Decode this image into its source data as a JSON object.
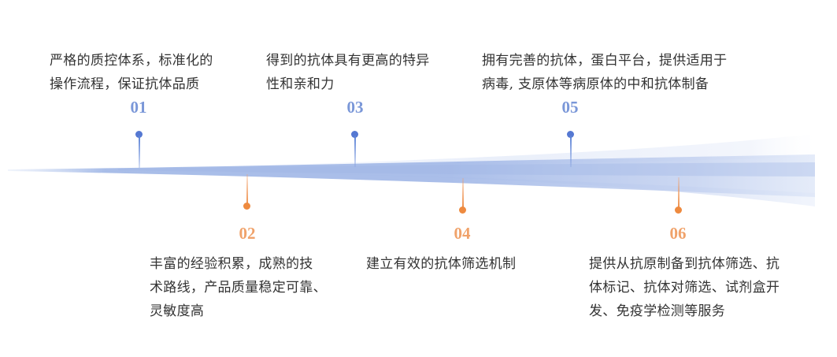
{
  "timeline": {
    "colors": {
      "upper_accent": "#5578d2",
      "upper_number": "#7a97d8",
      "lower_accent": "#ee8a3f",
      "lower_number": "#f0a26a",
      "ribbon": "#a9bee8",
      "text": "#333333"
    },
    "milestones": [
      {
        "number": "01",
        "position": "above",
        "lines": [
          "严格的质控体系，标准化的",
          "操作流程，保证抗体品质"
        ]
      },
      {
        "number": "02",
        "position": "below",
        "lines": [
          "丰富的经验积累，成熟的技",
          "术路线，产品质量稳定可靠、",
          "灵敏度高"
        ]
      },
      {
        "number": "03",
        "position": "above",
        "lines": [
          "得到的抗体具有更高的特异",
          "性和亲和力"
        ]
      },
      {
        "number": "04",
        "position": "below",
        "lines": [
          "建立有效的抗体筛选机制"
        ]
      },
      {
        "number": "05",
        "position": "above",
        "lines": [
          "拥有完善的抗体，蛋白平台，提供适用于",
          "病毒, 支原体等病原体的中和抗体制备"
        ]
      },
      {
        "number": "06",
        "position": "below",
        "lines": [
          "提供从抗原制备到抗体筛选、抗",
          "体标记、抗体对筛选、试剂盒开",
          "发、免疫学检测等服务"
        ]
      }
    ]
  }
}
